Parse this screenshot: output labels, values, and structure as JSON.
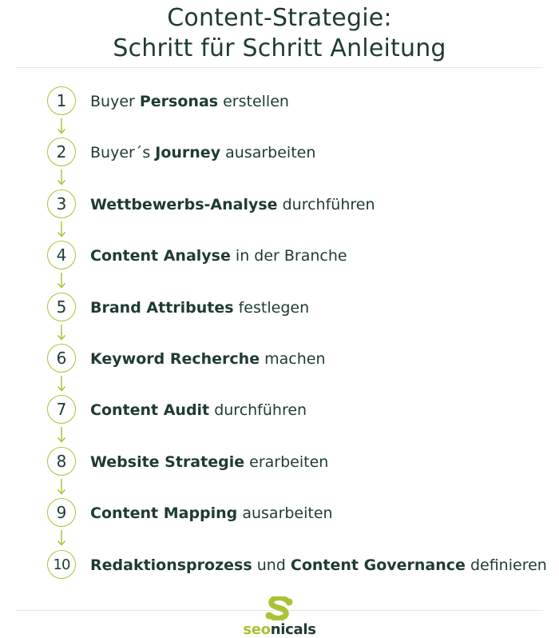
{
  "title": {
    "line1": "Content-Strategie:",
    "line2": "Schritt für Schritt Anleitung"
  },
  "colors": {
    "accent": "#a8c436",
    "text": "#1f3a35",
    "divider": "#e6e6e6"
  },
  "steps": [
    {
      "number": "1",
      "parts": [
        {
          "t": "Buyer ",
          "b": false
        },
        {
          "t": "Personas",
          "b": true
        },
        {
          "t": " erstellen",
          "b": false
        }
      ]
    },
    {
      "number": "2",
      "parts": [
        {
          "t": "Buyer´s ",
          "b": false
        },
        {
          "t": "Journey",
          "b": true
        },
        {
          "t": " ausarbeiten",
          "b": false
        }
      ]
    },
    {
      "number": "3",
      "parts": [
        {
          "t": "Wettbewerbs-Analyse",
          "b": true
        },
        {
          "t": " durchführen",
          "b": false
        }
      ]
    },
    {
      "number": "4",
      "parts": [
        {
          "t": "Content Analyse",
          "b": true
        },
        {
          "t": " in der Branche",
          "b": false
        }
      ]
    },
    {
      "number": "5",
      "parts": [
        {
          "t": "Brand Attributes",
          "b": true
        },
        {
          "t": " festlegen",
          "b": false
        }
      ]
    },
    {
      "number": "6",
      "parts": [
        {
          "t": "Keyword Recherche",
          "b": true
        },
        {
          "t": " machen",
          "b": false
        }
      ]
    },
    {
      "number": "7",
      "parts": [
        {
          "t": "Content Audit",
          "b": true
        },
        {
          "t": " durchführen",
          "b": false
        }
      ]
    },
    {
      "number": "8",
      "parts": [
        {
          "t": "Website Strategie",
          "b": true
        },
        {
          "t": " erarbeiten",
          "b": false
        }
      ]
    },
    {
      "number": "9",
      "parts": [
        {
          "t": "Content Mapping",
          "b": true
        },
        {
          "t": " ausarbeiten",
          "b": false
        }
      ]
    },
    {
      "number": "10",
      "parts": [
        {
          "t": "Redaktionsprozess",
          "b": true
        },
        {
          "t": " und ",
          "b": false
        },
        {
          "t": "Content Governance",
          "b": true
        },
        {
          "t": " definieren",
          "b": false
        }
      ]
    }
  ],
  "logo": {
    "text_seo": "seo",
    "text_nicals": "nicals",
    "icon": "seonicals-s-logo-icon"
  }
}
